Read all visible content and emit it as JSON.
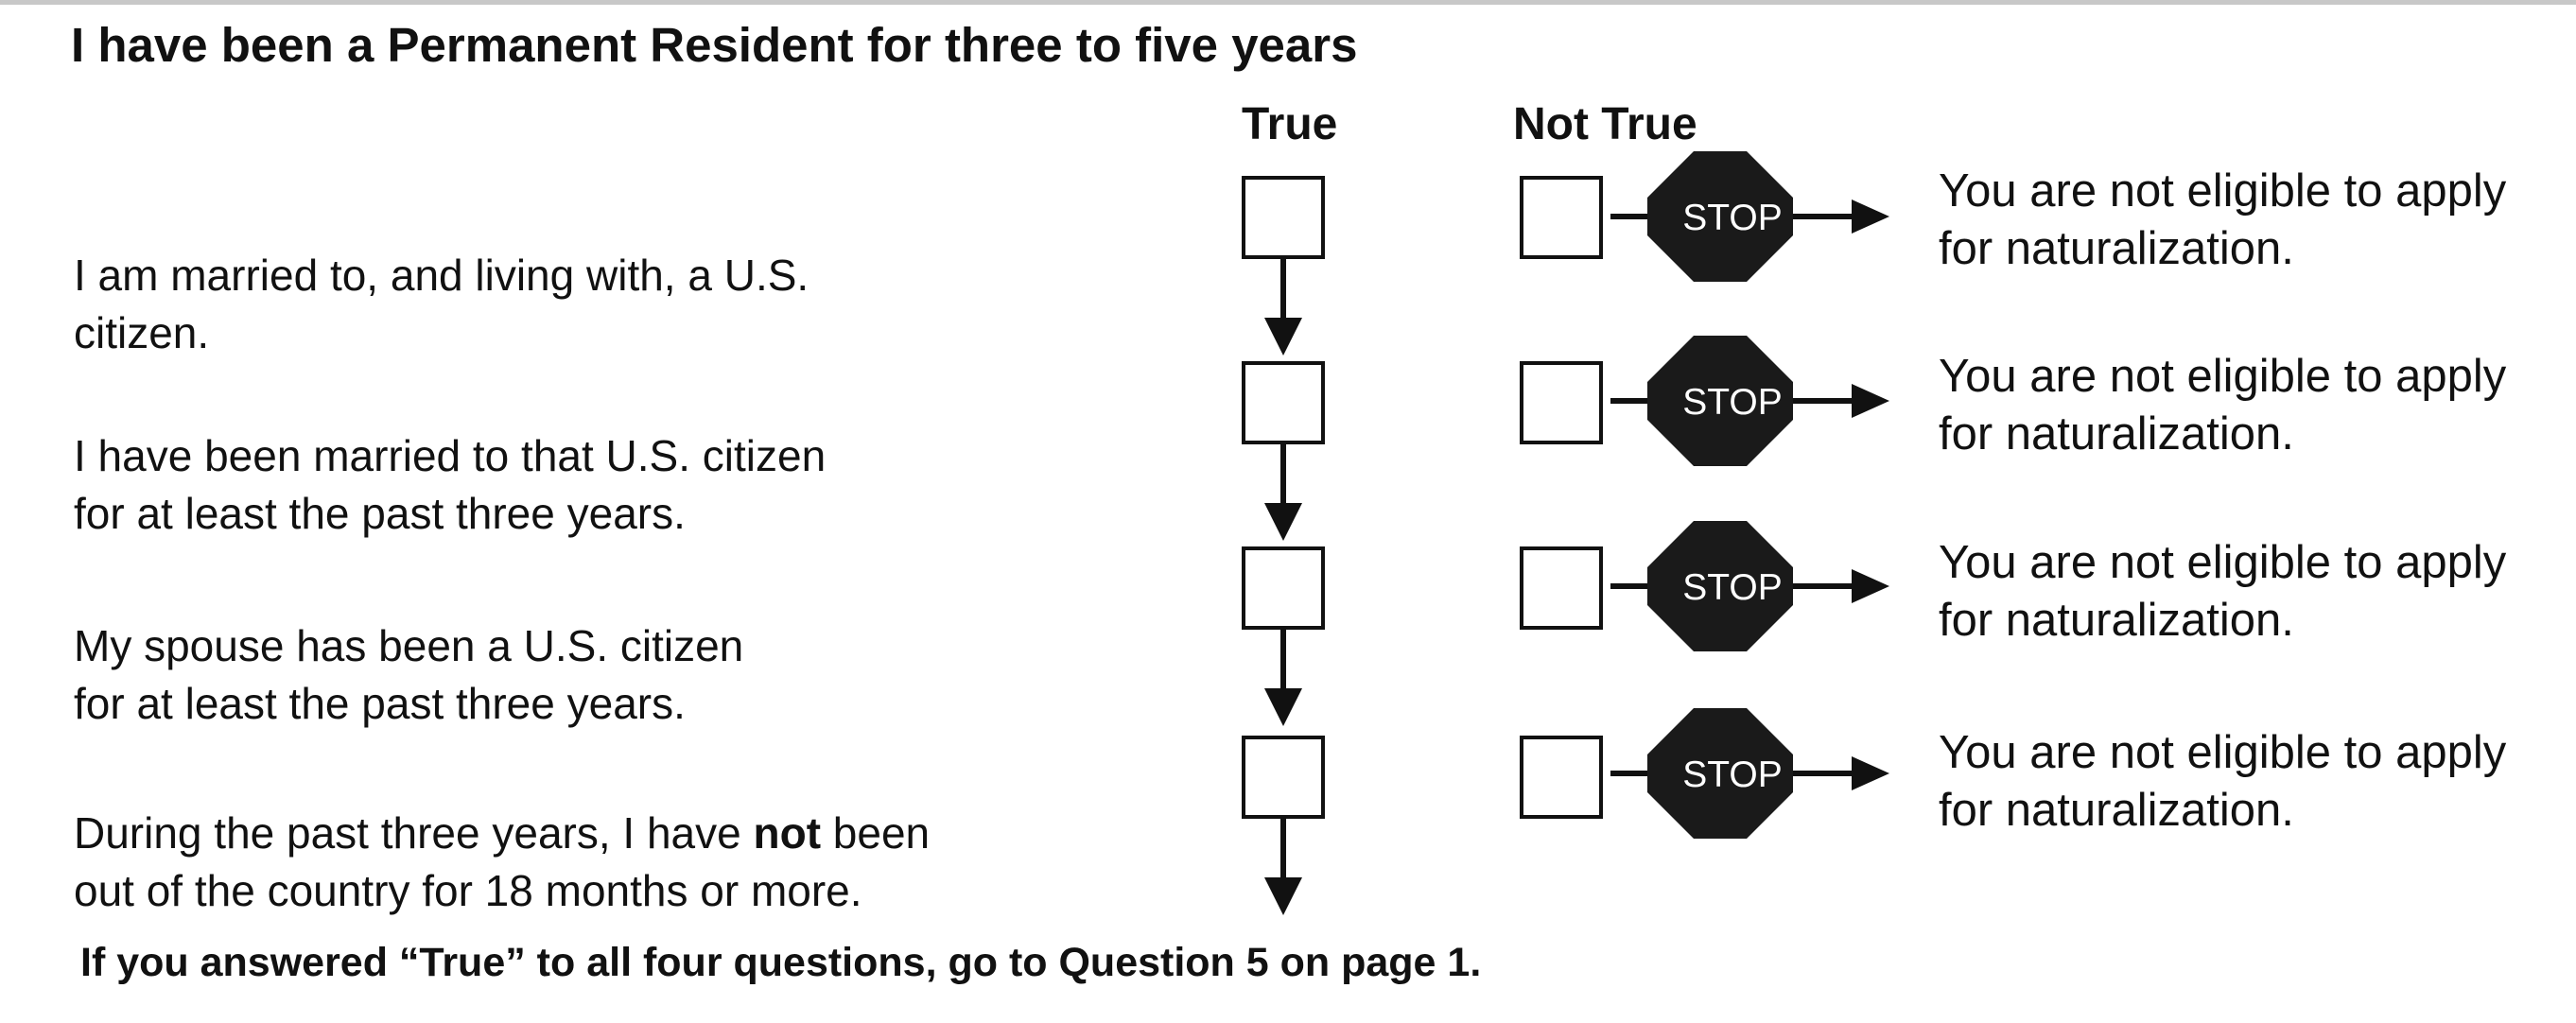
{
  "title": "I have been a Permanent Resident for three to five years",
  "columns": {
    "true_label": "True",
    "not_true_label": "Not True"
  },
  "stop_sign_text": "STOP",
  "rows": [
    {
      "statement_parts": [
        "I am married to, and living with, a U.S.\ncitizen."
      ],
      "result": "You are not eligible to apply\nfor naturalization."
    },
    {
      "statement_parts": [
        "I have been married to that U.S. citizen\nfor at least the past three years."
      ],
      "result": "You are not eligible to apply\nfor naturalization."
    },
    {
      "statement_parts": [
        "My spouse has been a U.S. citizen\nfor at least the past three years."
      ],
      "result": "You are not eligible to apply\nfor naturalization."
    },
    {
      "statement_parts": [
        "During the past three years, I have ",
        "not",
        " been\nout of the country for 18 months or more."
      ],
      "result": "You are not eligible to apply\nfor naturalization."
    }
  ],
  "footer": "If you answered “True” to all four questions, go to Question 5 on page 1."
}
